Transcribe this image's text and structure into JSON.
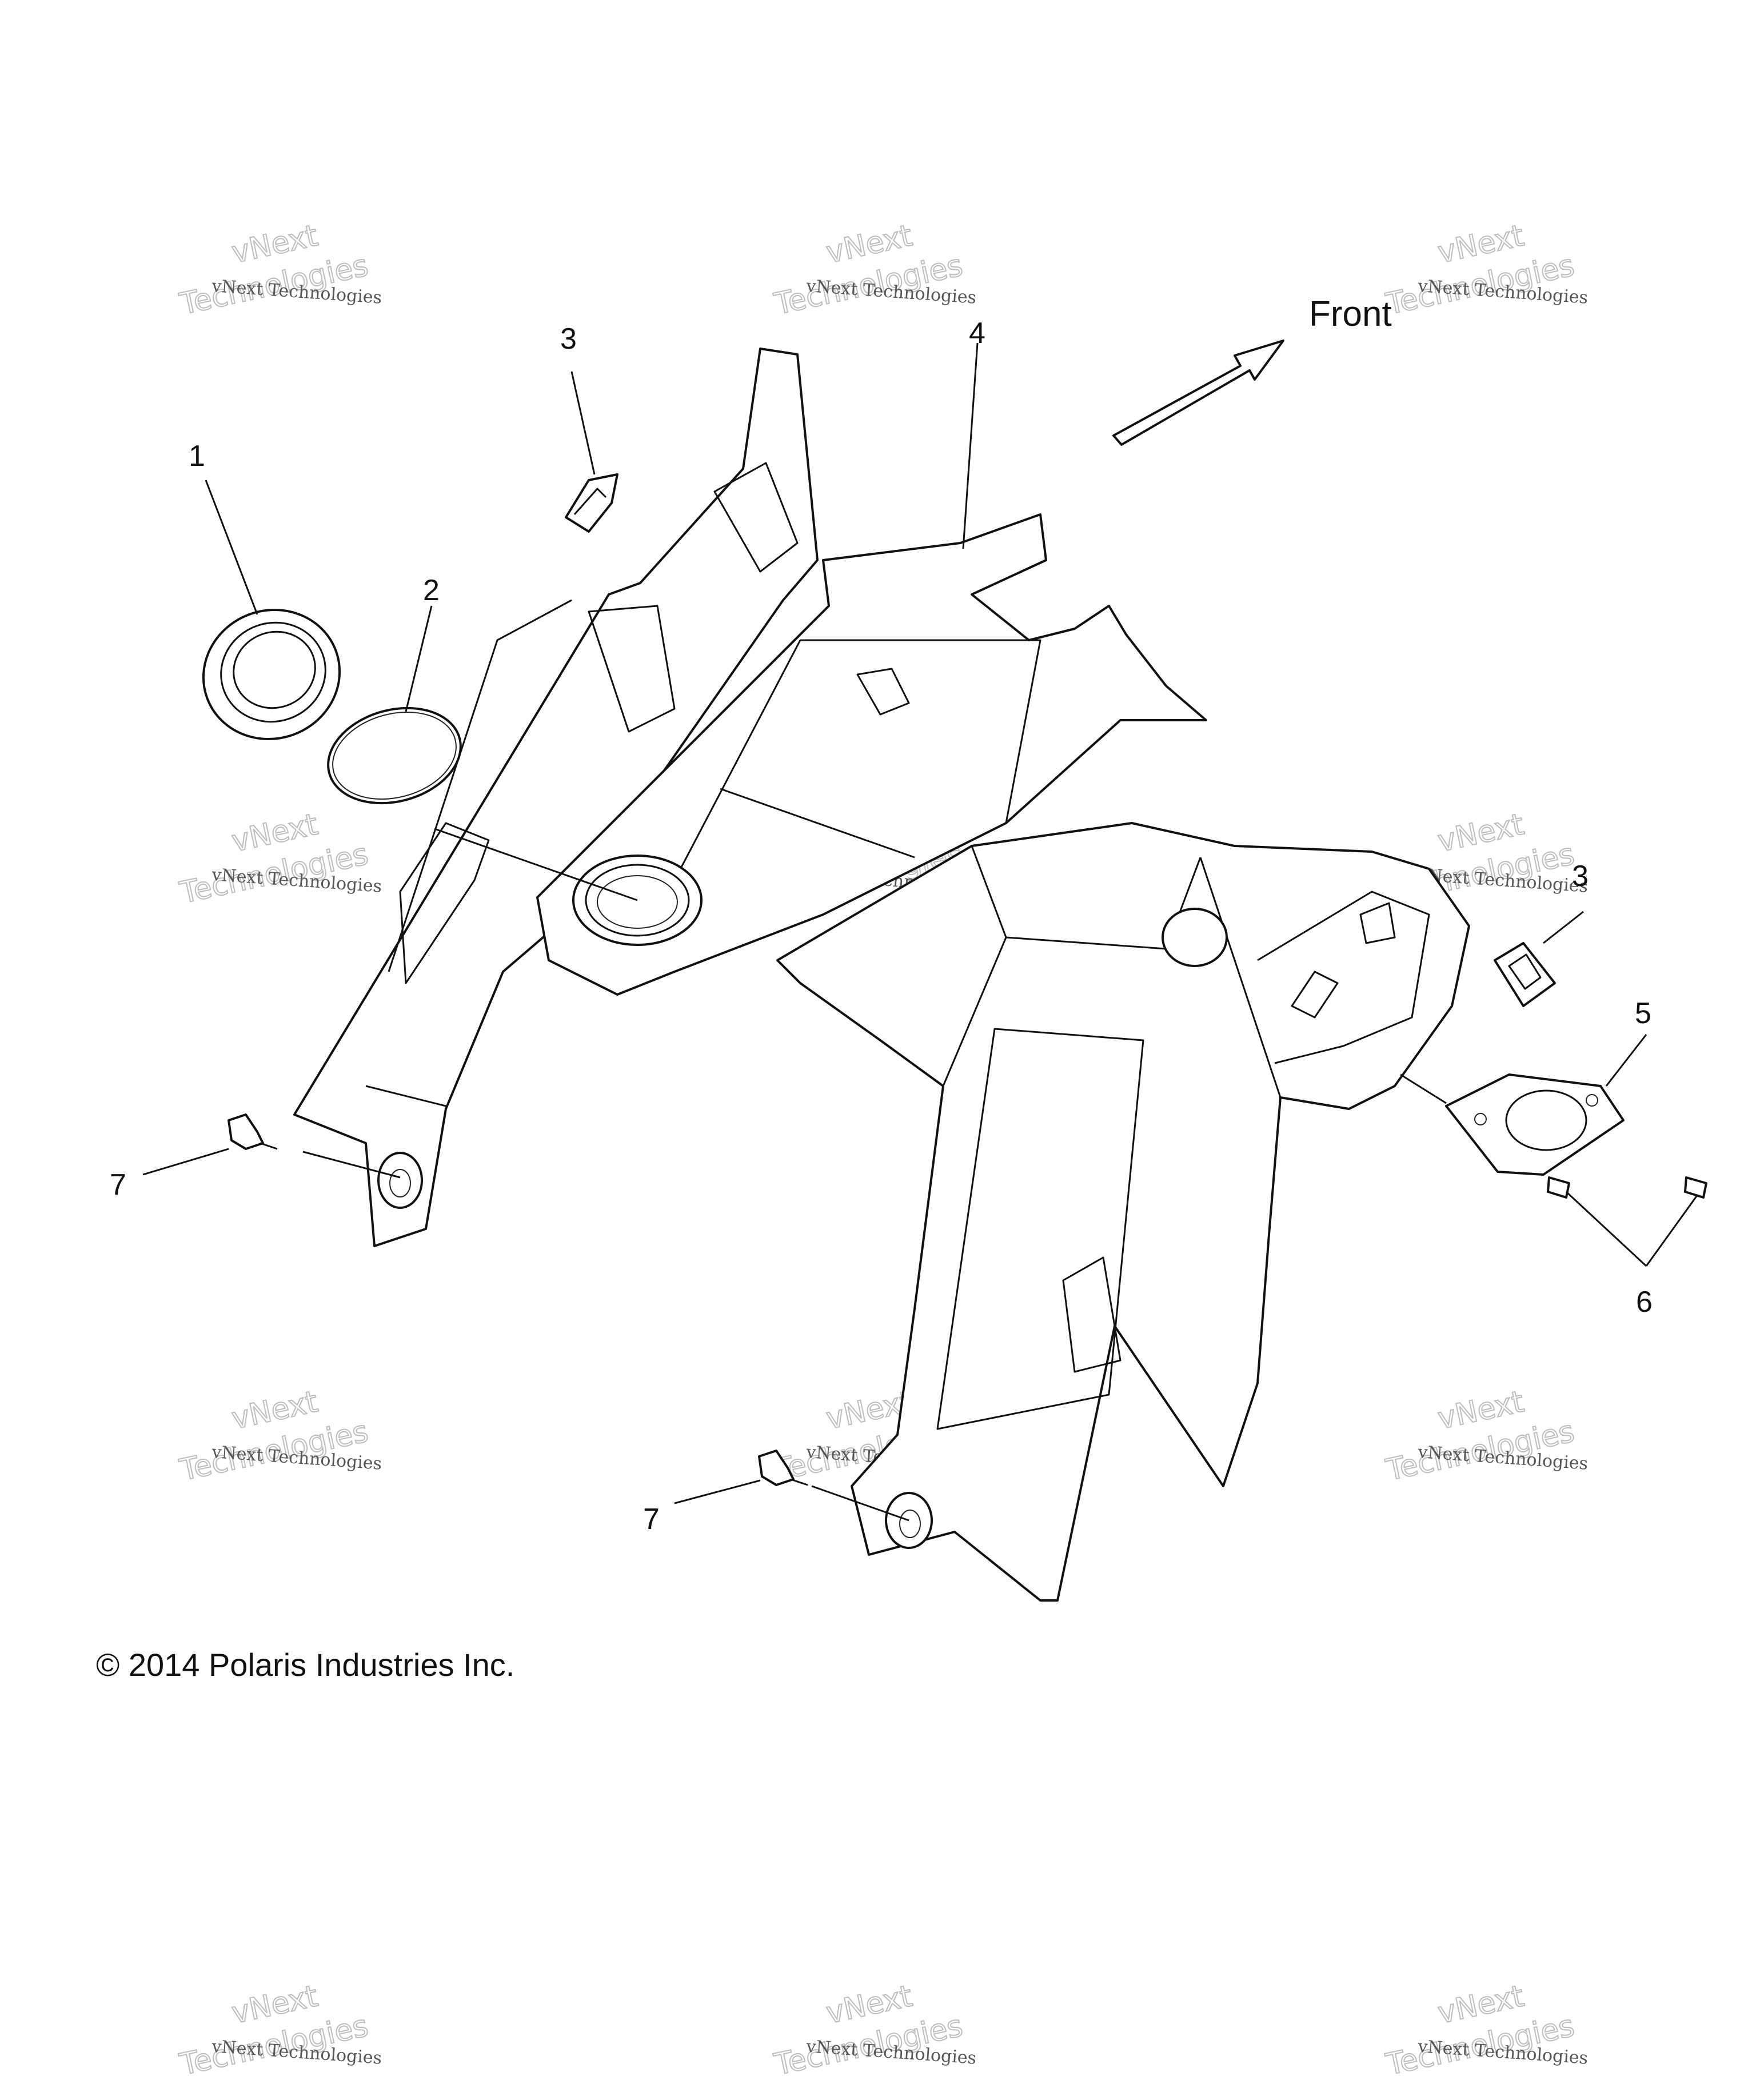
{
  "diagram": {
    "front_label": "Front",
    "copyright": "© 2014 Polaris Industries Inc.",
    "callouts": [
      {
        "id": "c1",
        "label": "1"
      },
      {
        "id": "c2",
        "label": "2"
      },
      {
        "id": "c3a",
        "label": "3"
      },
      {
        "id": "c3b",
        "label": "3"
      },
      {
        "id": "c4",
        "label": "4"
      },
      {
        "id": "c5",
        "label": "5"
      },
      {
        "id": "c6",
        "label": "6"
      },
      {
        "id": "c7a",
        "label": "7"
      },
      {
        "id": "c7b",
        "label": "7"
      }
    ],
    "watermark": {
      "line1": "vNext Technologies",
      "line2": "vNext",
      "line3": "Technologies"
    }
  }
}
